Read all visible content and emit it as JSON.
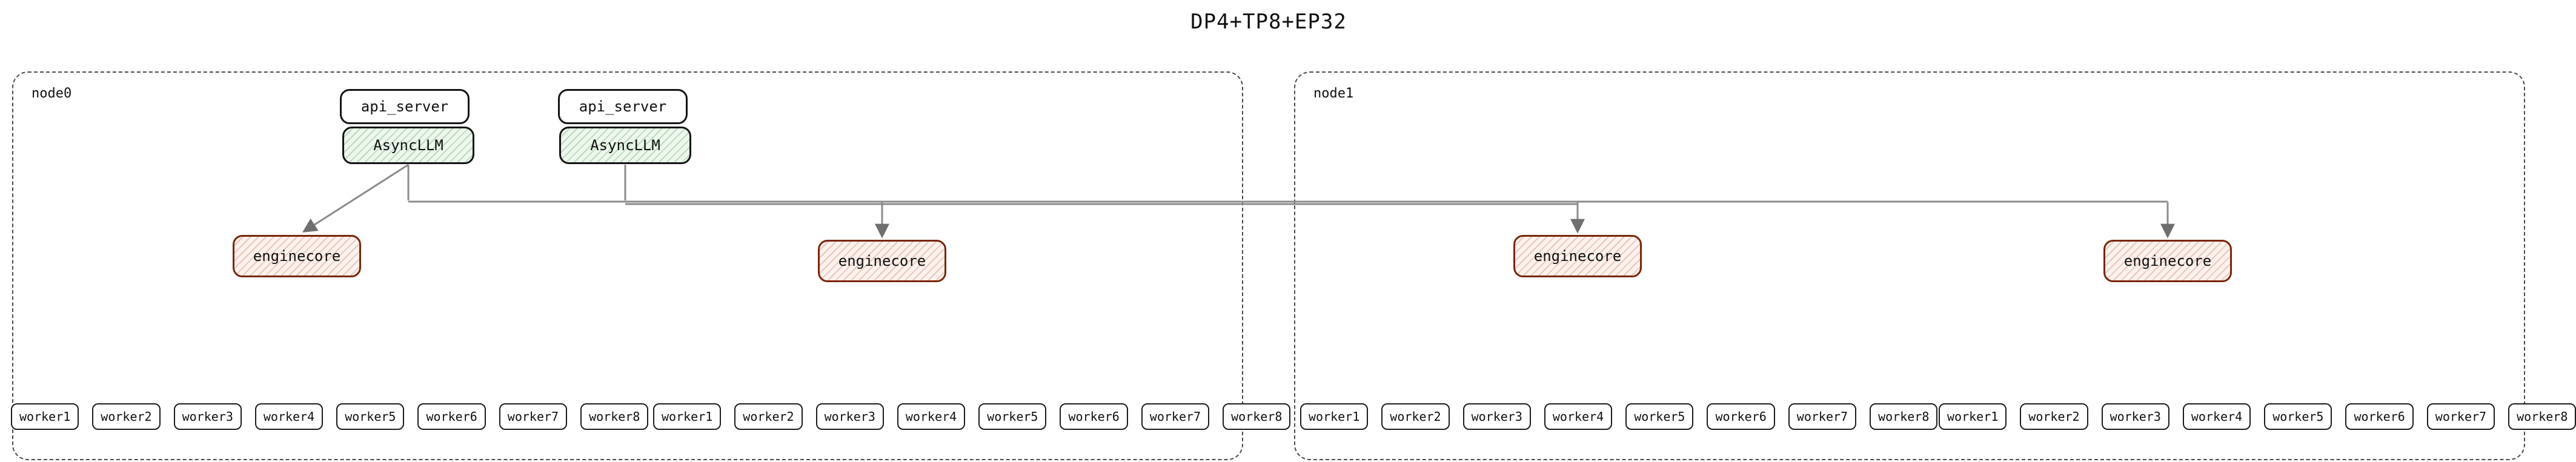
{
  "title": "DP4+TP8+EP32",
  "colors": {
    "async_llm_fill": "#edf7ed",
    "async_llm_hatch": "#69aa6e",
    "async_llm_border": "#141414",
    "enginecore_fill": "#fdf2ee",
    "enginecore_hatch": "#cd735a",
    "enginecore_border": "#7a2508",
    "edge": "#8c8c8c",
    "node_border": "#4a4a4a"
  },
  "edges": [
    {
      "from": "node0.async_llm.0",
      "to": "node0.enginecore.0"
    },
    {
      "from": "node0.async_llm.0",
      "to": "shared-bus"
    },
    {
      "from": "node0.async_llm.1",
      "to": "shared-bus"
    },
    {
      "from": "shared-bus",
      "to": "node0.enginecore.1"
    },
    {
      "from": "shared-bus",
      "to": "node1.enginecore.0"
    },
    {
      "from": "shared-bus",
      "to": "node1.enginecore.1"
    }
  ],
  "nodes": [
    {
      "label": "node0",
      "servers": [
        {
          "api_server": "api_server",
          "async_llm": "AsyncLLM"
        },
        {
          "api_server": "api_server",
          "async_llm": "AsyncLLM"
        }
      ],
      "enginecores": [
        "enginecore",
        "enginecore"
      ],
      "worker_groups": [
        [
          "worker1",
          "worker2",
          "worker3",
          "worker4",
          "worker5",
          "worker6",
          "worker7",
          "worker8"
        ],
        [
          "worker1",
          "worker2",
          "worker3",
          "worker4",
          "worker5",
          "worker6",
          "worker7",
          "worker8"
        ]
      ]
    },
    {
      "label": "node1",
      "enginecores": [
        "enginecore",
        "enginecore"
      ],
      "worker_groups": [
        [
          "worker1",
          "worker2",
          "worker3",
          "worker4",
          "worker5",
          "worker6",
          "worker7",
          "worker8"
        ],
        [
          "worker1",
          "worker2",
          "worker3",
          "worker4",
          "worker5",
          "worker6",
          "worker7",
          "worker8"
        ]
      ]
    }
  ]
}
